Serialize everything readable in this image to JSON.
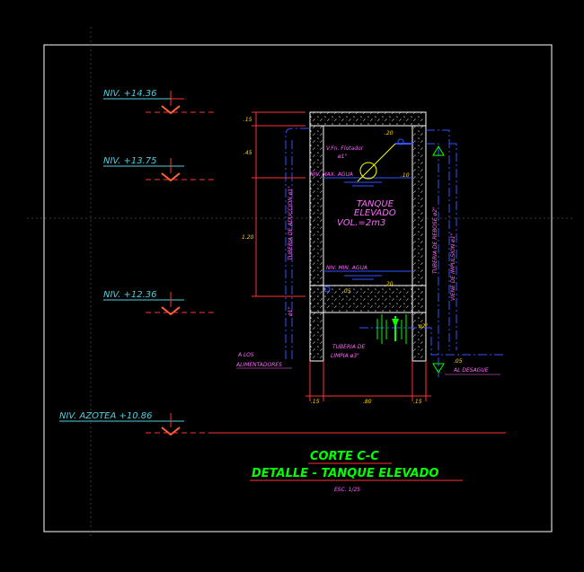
{
  "colors": {
    "background": "#000000",
    "frame": "#ffffff",
    "level_text": "#4fd0e0",
    "level_line": "#ff3333",
    "tank_text": "#ff66ff",
    "dim_text": "#ffd700",
    "dim_line": "#ff3333",
    "pipe": "#3355ff",
    "wall_hatch": "#ffffff",
    "title": "#00ff00",
    "underline": "#ff3333",
    "valve": "#00ff00",
    "float_ball": "#ffff00"
  },
  "levels": [
    {
      "label": "NIV. +14.36"
    },
    {
      "label": "NIV. +13.75"
    },
    {
      "label": "NIV. +12.36"
    },
    {
      "label": "NIV. AZOTEA +10.86"
    }
  ],
  "vertical_dimensions": [
    ".15",
    ".45",
    "1.20"
  ],
  "horizontal_dimensions": [
    ".15",
    ".80",
    ".15"
  ],
  "tank": {
    "name_line1": "TANQUE",
    "name_line2": "ELEVADO",
    "volume": "VOL.=2m3",
    "max_water": "NIV. MAX. AGUA",
    "min_water": "NIV. MIN. AGUA",
    "float_valve_line1": "V.Fn. Flotador",
    "float_valve_line2": "ø1\"",
    "dim_top": ".20",
    "dim_right": ".10",
    "dim_bottom": ".20",
    "dim_left": ".05"
  },
  "pipes": {
    "supply": "TUBERIA DE ADUCCION ø1\"",
    "supply_size": "ø1\"",
    "overflow": "TUBERIA DE REBOSE ø2\"",
    "impulsion": "VIENE DE IMPULSION ø1\"",
    "drain_size": "ø2\"",
    "cleaning_line1": "TUBERIA DE",
    "cleaning_line2": "LIMPIA ø3\"",
    "feeders_line1": "A LOS",
    "feeders_line2": "ALIMENTADORES",
    "drain_dim": ".05",
    "drain": "AL DESAGUE"
  },
  "title": {
    "section": "CORTE C-C",
    "detail": "DETALLE - TANQUE ELEVADO",
    "scale": "ESC. 1/25"
  }
}
